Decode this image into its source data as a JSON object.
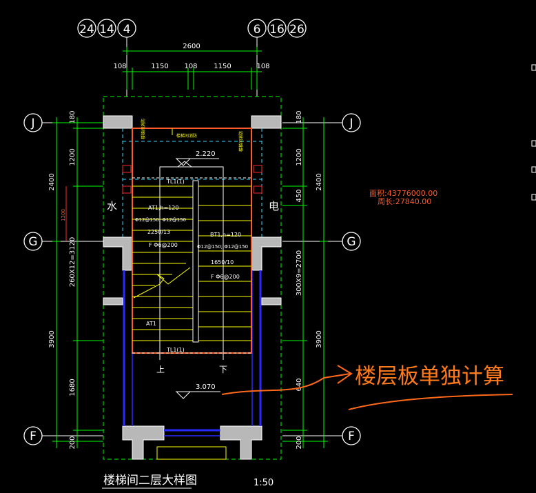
{
  "axes": {
    "top_left": [
      "24",
      "14",
      "4"
    ],
    "top_right": [
      "6",
      "16",
      "26"
    ],
    "left": [
      "J",
      "G",
      "F"
    ],
    "right": [
      "J",
      "G",
      "F"
    ]
  },
  "dimensions": {
    "top_total": "2600",
    "top_parts": [
      "108",
      "1150",
      "108",
      "1150",
      "108"
    ],
    "left_outer": [
      "2400",
      "3900"
    ],
    "left_inner": [
      "180",
      "1200",
      "260X12=3120",
      "1680",
      "200"
    ],
    "left_small": "1300",
    "right_outer": [
      "2400",
      "3900"
    ],
    "right_inner": [
      "180",
      "1200",
      "450",
      "300X9=2700",
      "640",
      "200"
    ]
  },
  "plan": {
    "level_upper": "2.220",
    "level_lower": "3.070",
    "tl_top": "TL1(1)",
    "tl_bottom": "TL1(1)",
    "at1_title": "AT1,h=120",
    "at1_rebar1": "Φ12@150; Φ12@150",
    "at1_dims": "2250/13",
    "at1_dist": "F Φ6@200",
    "at1_label": "AT1",
    "bt1_title": "BT1,h=120",
    "bt1_rebar1": "Φ12@150; Φ12@150",
    "bt1_dims": "1650/10",
    "bt1_dist": "F Φ6@200",
    "up": "上",
    "down": "下",
    "water": "水",
    "electric": "电",
    "yellow_note_left": "楼梯间消防",
    "yellow_note_mid": "楼梯间消防",
    "yellow_note_right": "楼梯间消防"
  },
  "info": {
    "area": "面积:43776000.00",
    "perimeter": "周长:27840.00"
  },
  "annotation": {
    "text": "楼层板单独计算",
    "color": "#ff6a1a"
  },
  "footer": {
    "title": "楼梯间二层大样图",
    "scale": "1:50"
  }
}
